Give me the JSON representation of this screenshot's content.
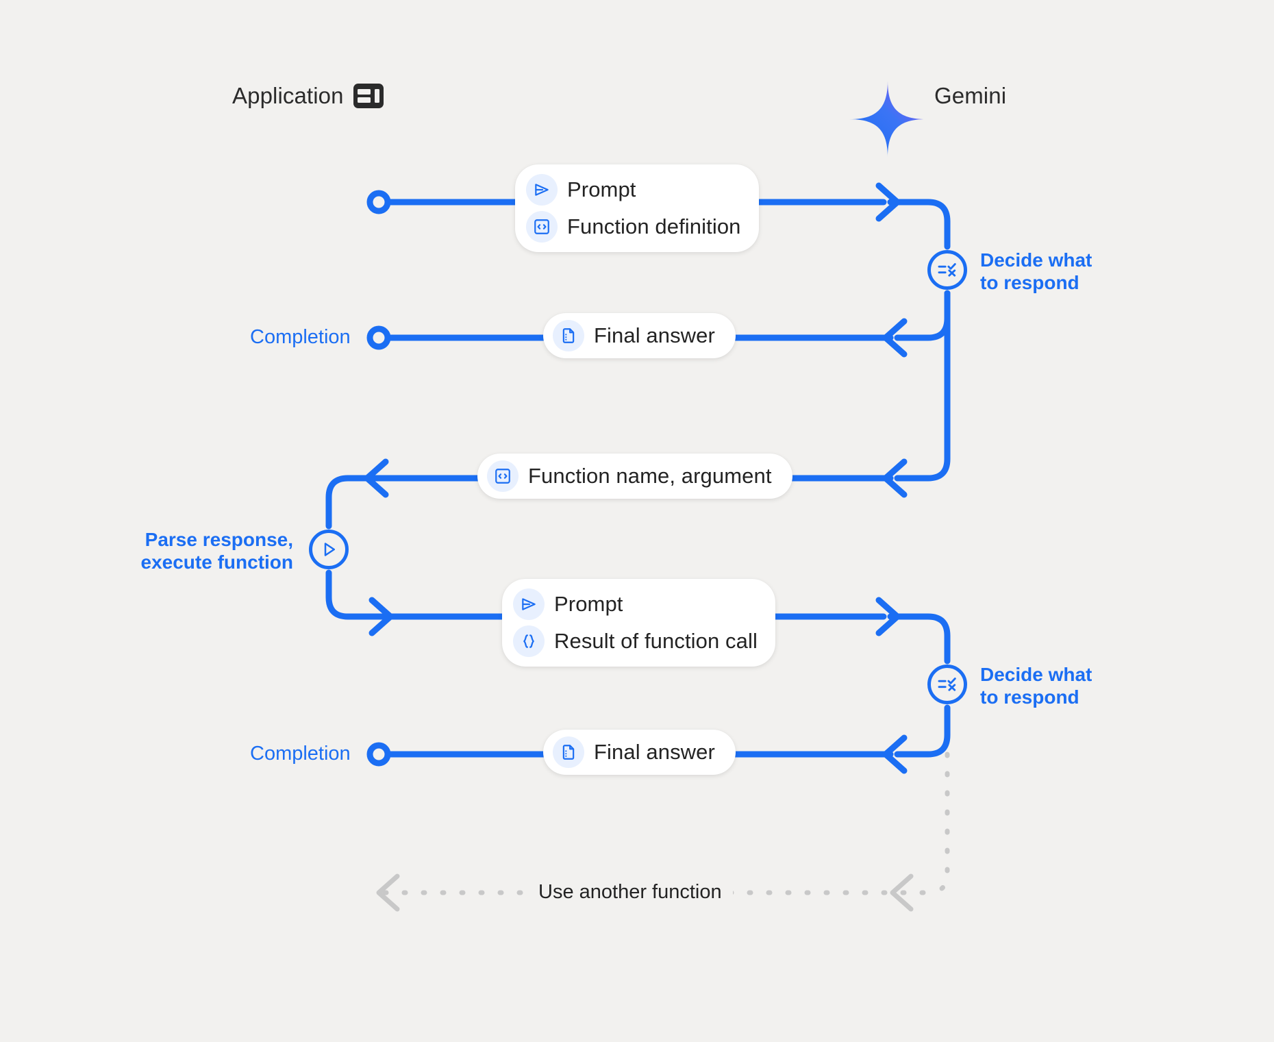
{
  "diagram": {
    "title": "Gemini function calling sequence",
    "background_color": "#f2f1ef",
    "accent_color": "#1b6ef3",
    "muted_color": "#c8c8c8",
    "text_color": "#232323"
  },
  "actors": [
    {
      "id": "application",
      "label": "Application",
      "icon": "dashboard-layout-icon"
    },
    {
      "id": "gemini",
      "label": "Gemini",
      "icon": "gemini-sparkle-icon"
    }
  ],
  "messages": [
    {
      "id": "msg-prompt-function-definition",
      "direction": "application-to-gemini",
      "rows": [
        {
          "icon": "send-icon",
          "label": "Prompt"
        },
        {
          "icon": "code-brackets-icon",
          "label": "Function definition"
        }
      ]
    },
    {
      "id": "msg-final-answer-1",
      "direction": "gemini-to-application",
      "rows": [
        {
          "icon": "document-icon",
          "label": "Final answer"
        }
      ]
    },
    {
      "id": "msg-function-name-argument",
      "direction": "gemini-to-application",
      "rows": [
        {
          "icon": "code-brackets-icon",
          "label": "Function name,  argument"
        }
      ]
    },
    {
      "id": "msg-prompt-result-of-function-call",
      "direction": "application-to-gemini",
      "rows": [
        {
          "icon": "send-icon",
          "label": "Prompt"
        },
        {
          "icon": "curly-braces-icon",
          "label": "Result of function call"
        }
      ]
    },
    {
      "id": "msg-final-answer-2",
      "direction": "gemini-to-application",
      "rows": [
        {
          "icon": "document-icon",
          "label": "Final answer"
        }
      ]
    }
  ],
  "nodes": [
    {
      "id": "decide-1",
      "icon": "checklist-decision-icon",
      "label": "Decide what\nto respond",
      "side": "right"
    },
    {
      "id": "parse-execute",
      "icon": "play-icon",
      "label": "Parse response,\nexecute function",
      "side": "left"
    },
    {
      "id": "decide-2",
      "icon": "checklist-decision-icon",
      "label": "Decide what\nto respond",
      "side": "right"
    }
  ],
  "endpoint_labels": [
    {
      "id": "completion-1",
      "label": "Completion"
    },
    {
      "id": "completion-2",
      "label": "Completion"
    }
  ],
  "loop": {
    "id": "use-another-function",
    "label": "Use another function",
    "style": "dashed",
    "color": "#c8c8c8"
  }
}
